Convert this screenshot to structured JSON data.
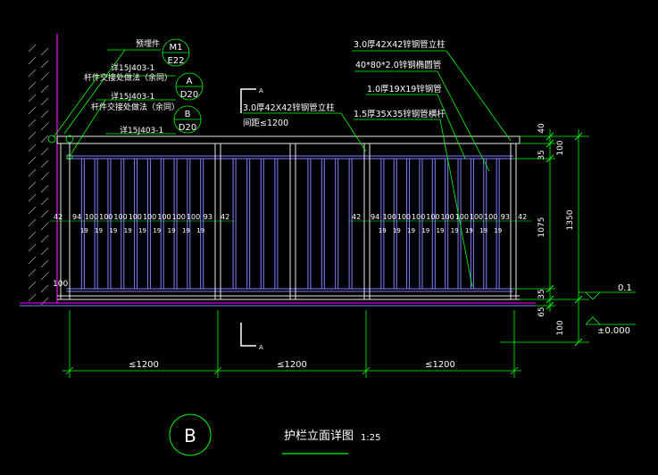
{
  "drawing": {
    "title": "护栏立面详图",
    "scale": "1:25",
    "detail_mark": "B",
    "section_mark": "A"
  },
  "left_notes": [
    {
      "text": "预埋件"
    },
    {
      "text": "详15J403-1"
    },
    {
      "text": "杆件交接处做法（余同）"
    },
    {
      "text": "详15J403-1"
    },
    {
      "text": "杆件交接处做法（余同）"
    },
    {
      "text": "详15J403-1"
    }
  ],
  "bubbles": [
    {
      "top": "M1",
      "bottom": "E22"
    },
    {
      "top": "A",
      "bottom": "D20"
    },
    {
      "top": "B",
      "bottom": "D20"
    }
  ],
  "right_notes": [
    {
      "text": "3.0厚42X42锌钢管立柱"
    },
    {
      "text": "40*80*2.0锌钢椭圆管"
    },
    {
      "text": "1.0厚19X19锌钢管"
    },
    {
      "text": "1.5厚35X35锌钢管横杆"
    }
  ],
  "mid_note": {
    "line1": "3.0厚42X42锌钢管立柱",
    "line2": "间距≤1200"
  },
  "baluster_spacing": {
    "end_gap": "42",
    "gaps": [
      "94",
      "100",
      "100",
      "100",
      "100",
      "100",
      "100",
      "100",
      "100",
      "93"
    ],
    "bar_width": "19"
  },
  "vertical_dims": {
    "outer": [
      {
        "text": "40"
      },
      {
        "text": "35"
      },
      {
        "text": "1075"
      },
      {
        "text": "35"
      },
      {
        "text": "65"
      }
    ],
    "inner_top": "100",
    "inner_total": "1350",
    "inner_bottom": "100"
  },
  "level_marks": {
    "upper": "0.1",
    "lower": "±0.000"
  },
  "bottom_gap": "100",
  "horizontal_dims": [
    "≤1200",
    "≤1200",
    "≤1200"
  ],
  "colors": {
    "background": "#000000",
    "outline": "#e8e8e8",
    "structure": "#8080ff",
    "wall": "#ff00ff",
    "dimension": "#00ff00",
    "text": "#ffffff"
  }
}
